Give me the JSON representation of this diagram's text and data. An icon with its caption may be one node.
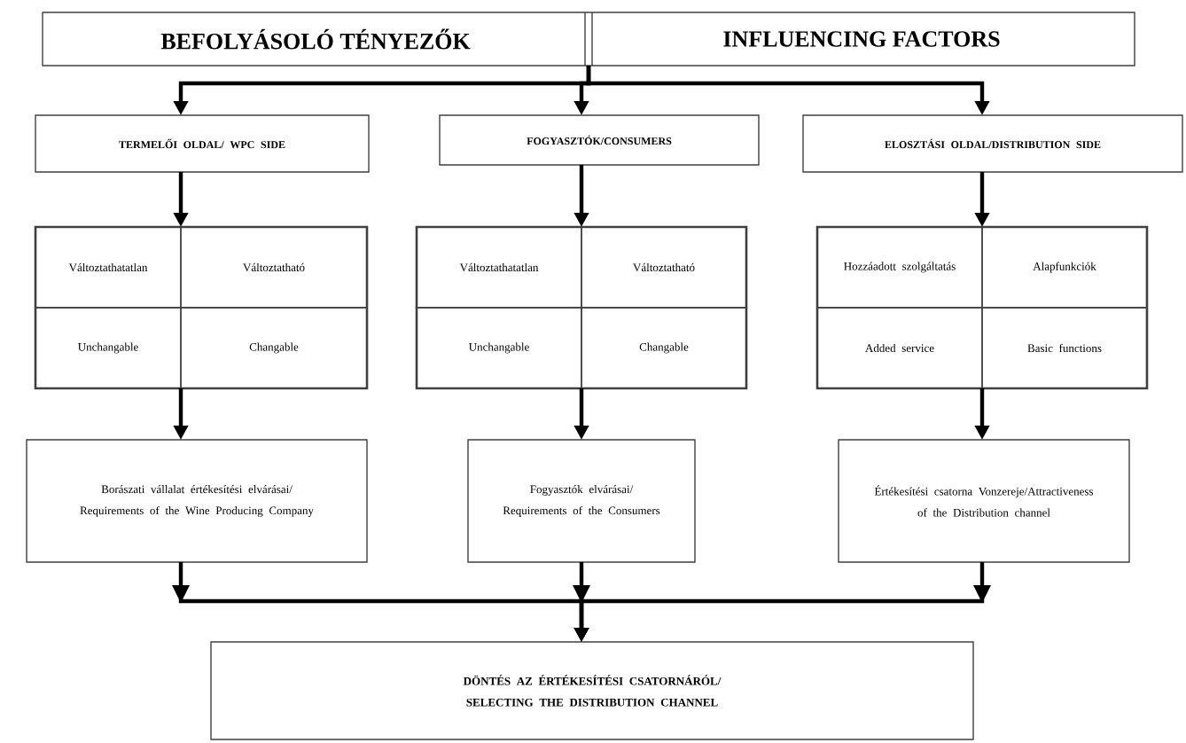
{
  "diagram": {
    "nodes": [
      {
        "text": [
          "BEFOLYÁSOLÓ TÉNYEZŐK",
          "INFLUENCING FACTORS"
        ]
      },
      {
        "text": [
          "TERMELŐI OLDAL/ WPC SIDE"
        ]
      },
      {
        "text": [
          "FOGYASZTÓK/CONSUMERS"
        ]
      },
      {
        "text": [
          "ELOSZTÁSI OLDAL/DISTRIBUTION SIDE"
        ]
      },
      {
        "text": [],
        "shape": "box"
      },
      {
        "text": [
          "Változtathatatlan"
        ],
        "in": 4
      },
      {
        "text": [
          "Változtatható"
        ],
        "in": 4
      },
      {
        "text": [
          "Unchangable"
        ],
        "in": 4
      },
      {
        "text": [
          "Changable"
        ],
        "in": 4
      },
      {
        "text": [],
        "shape": "box"
      },
      {
        "text": [
          "Változtathatatlan"
        ],
        "in": 9
      },
      {
        "text": [
          "Változtatható"
        ],
        "in": 9
      },
      {
        "text": [
          "Unchangable"
        ],
        "in": 9
      },
      {
        "text": [
          "Changable"
        ],
        "in": 9
      },
      {
        "text": [],
        "shape": "box"
      },
      {
        "text": [
          "Hozzáadott szolgáltatás"
        ],
        "in": 14
      },
      {
        "text": [
          "Alapfunkciók"
        ],
        "in": 14
      },
      {
        "text": [
          "Added service"
        ],
        "in": 14
      },
      {
        "text": [
          "Basic functions"
        ],
        "in": 14
      },
      {
        "text": [
          "Borászati vállalat értékesítési elvárásai/ Requirements of the Wine Producing Company"
        ]
      },
      {
        "text": [
          "Fogyasztók elvárásai/ Requirements of the Consumers"
        ]
      },
      {
        "text": [
          "Értékesítési csatorna Vonzereje/Attractiveness of the Distribution channel"
        ]
      },
      {
        "text": [
          "DÖNTÉS AZ ÉRTÉKESÍTÉSI CSATORNÁRÓL/ SELECTING THE DISTRIBUTION CHANNEL"
        ]
      }
    ],
    "edges": [
      {
        "from": 0,
        "to": 1,
        "arrow": "to"
      },
      {
        "from": 0,
        "to": 2,
        "arrow": "to"
      },
      {
        "from": 0,
        "to": 3,
        "arrow": "to"
      },
      {
        "from": 1,
        "to": 4,
        "arrow": "to"
      },
      {
        "from": 2,
        "to": 9,
        "arrow": "to"
      },
      {
        "from": 3,
        "to": 14,
        "arrow": "to"
      },
      {
        "from": 4,
        "to": 19,
        "arrow": "to"
      },
      {
        "from": 9,
        "to": 20,
        "arrow": "to"
      },
      {
        "from": 14,
        "to": 21,
        "arrow": "to"
      },
      {
        "from": 19,
        "to": 22,
        "arrow": "to"
      },
      {
        "from": 20,
        "to": 22,
        "arrow": "to"
      },
      {
        "from": 21,
        "to": 22,
        "arrow": "to"
      }
    ]
  }
}
